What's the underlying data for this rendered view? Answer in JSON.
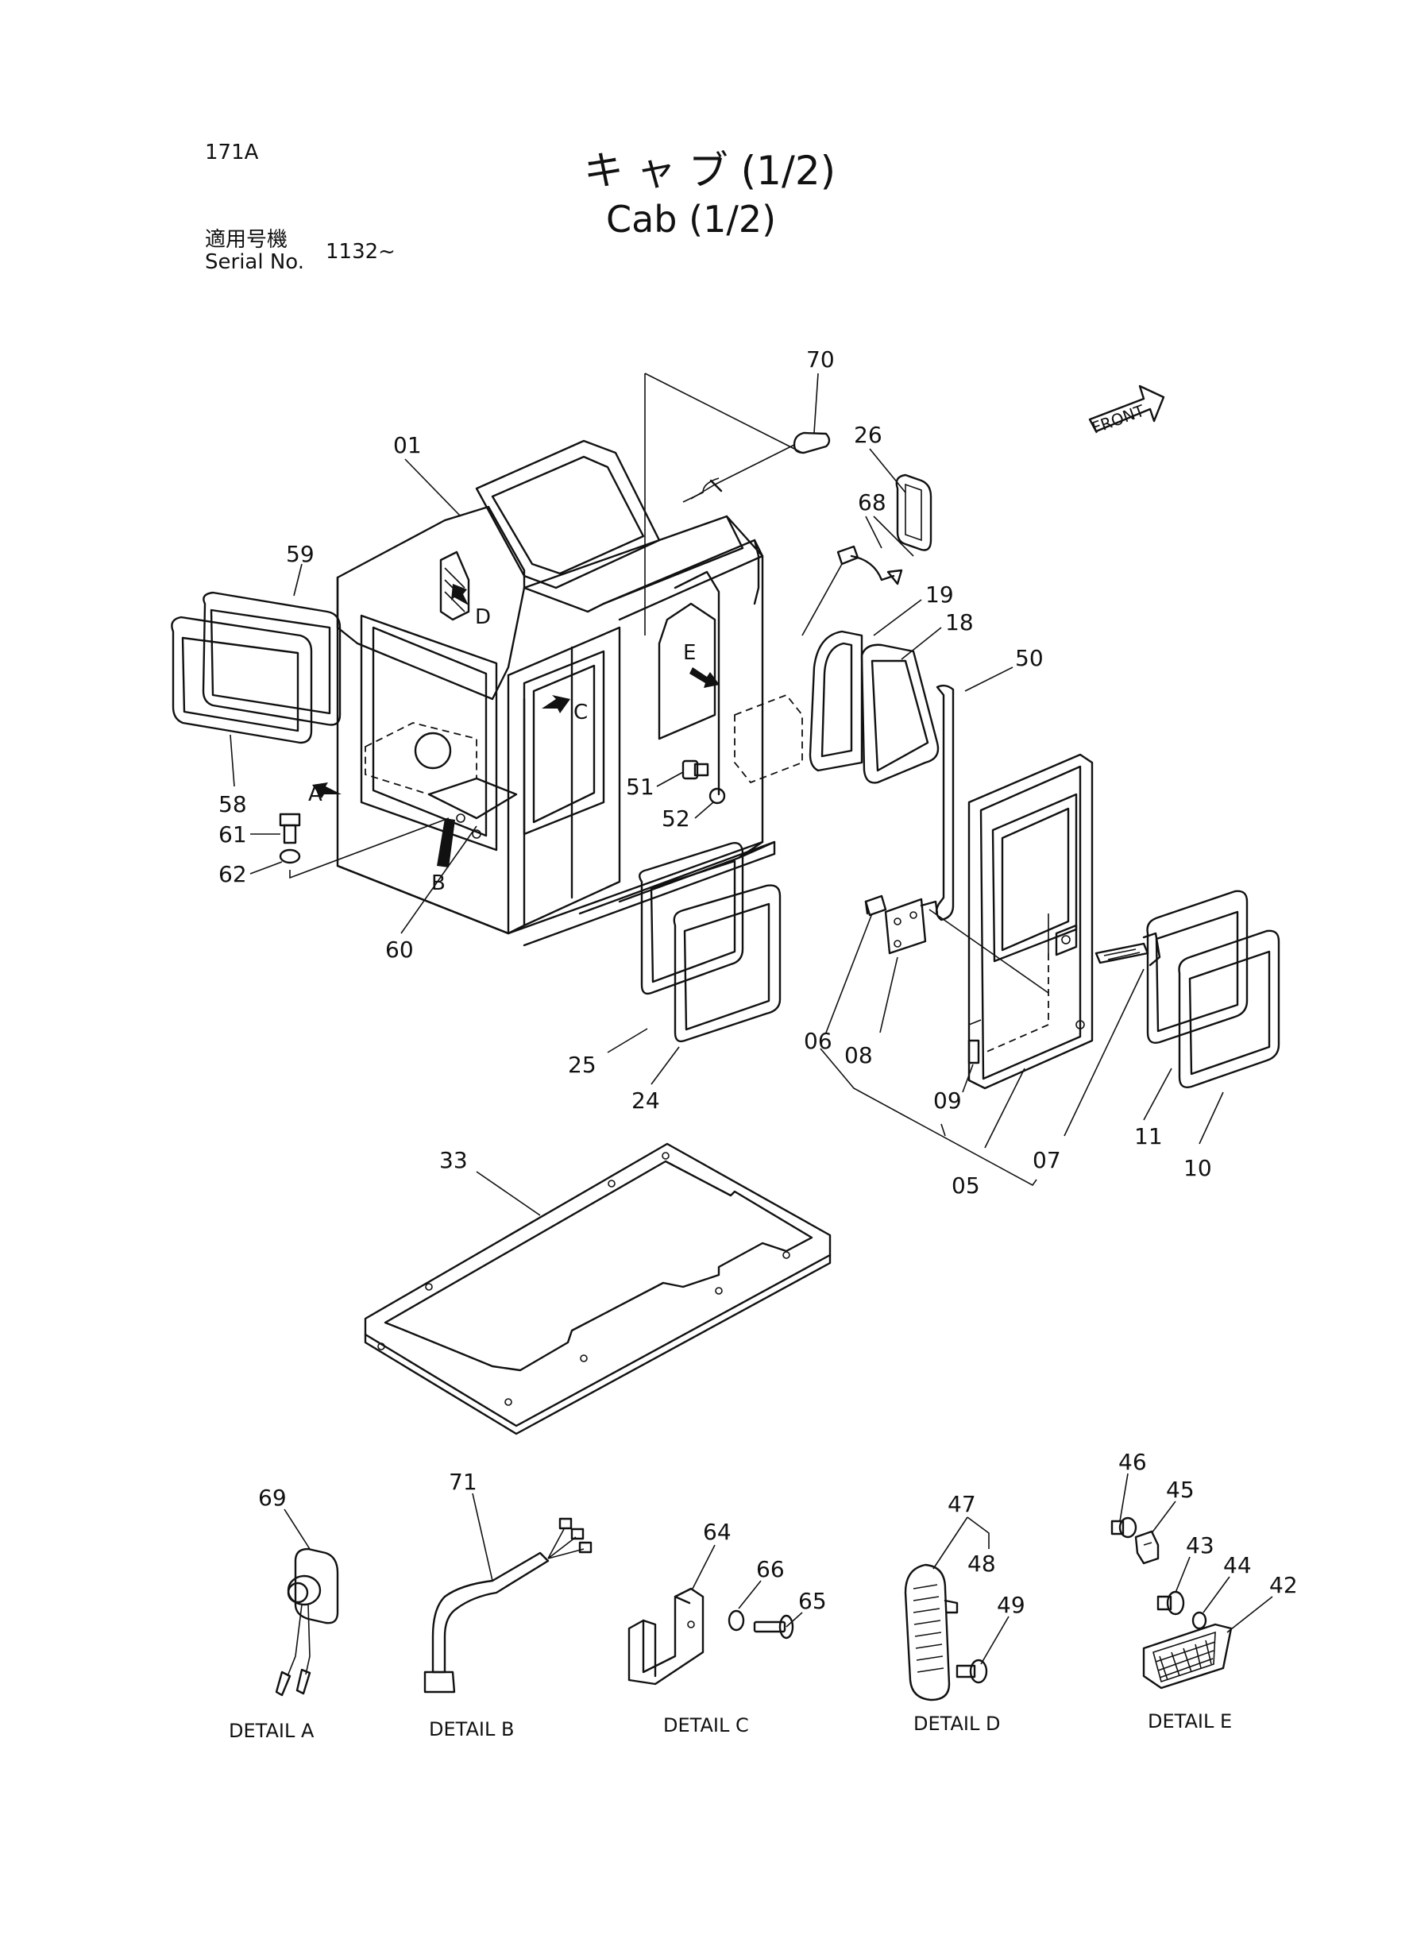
{
  "header": {
    "page_code": "171A",
    "title_jp": "キ ャ ブ (1/2)",
    "title_en": "Cab (1/2)",
    "serial_label_jp": "適用号機",
    "serial_label_en": "Serial No.",
    "serial_value": "1132~"
  },
  "front_label": "FRONT",
  "view_arrows": {
    "A": "A",
    "B": "B",
    "C": "C",
    "D": "D",
    "E": "E"
  },
  "parts": {
    "p01": "01",
    "p05": "05",
    "p06": "06",
    "p07": "07",
    "p08": "08",
    "p09": "09",
    "p10": "10",
    "p11": "11",
    "p18": "18",
    "p19": "19",
    "p24": "24",
    "p25": "25",
    "p26": "26",
    "p33": "33",
    "p42": "42",
    "p43": "43",
    "p44": "44",
    "p45": "45",
    "p46": "46",
    "p47": "47",
    "p48": "48",
    "p49": "49",
    "p50": "50",
    "p51": "51",
    "p52": "52",
    "p58": "58",
    "p59": "59",
    "p60": "60",
    "p61": "61",
    "p62": "62",
    "p64": "64",
    "p65": "65",
    "p66": "66",
    "p68": "68",
    "p69": "69",
    "p70": "70",
    "p71": "71"
  },
  "details": {
    "a": "DETAIL A",
    "b": "DETAIL B",
    "c": "DETAIL C",
    "d": "DETAIL D",
    "e": "DETAIL E"
  }
}
